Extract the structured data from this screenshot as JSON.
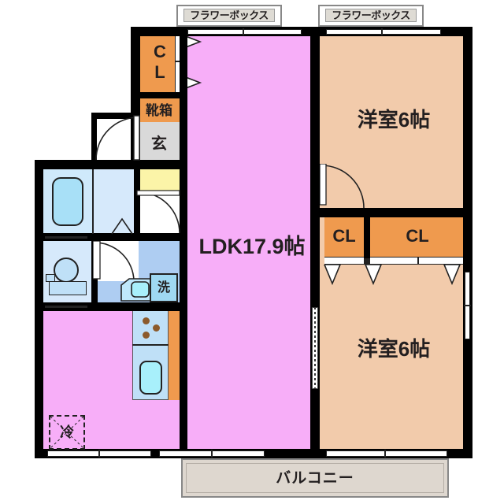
{
  "plan": {
    "type": "japanese-floor-plan",
    "title": "2LDK apartment floor plan",
    "colors": {
      "wall": "#000000",
      "ldk_fill": "#f7aef8",
      "room_fill": "#f2cbab",
      "closet_fill": "#ef9a4e",
      "genkan_fill": "#d9d9d9",
      "corridor_fill": "#fbf4a8",
      "wet_fill": "#aecdf2",
      "balcony_fill": "#ded7cf",
      "flowerbox_fill": "#dedbd4",
      "text": "#231f20"
    }
  },
  "rooms": {
    "ldk": {
      "label": "LDK17.9帖",
      "size_jo": 17.9,
      "kind": "living-dining-kitchen"
    },
    "bedroom_top": {
      "label": "洋室6帖",
      "size_jo": 6,
      "kind": "western-room"
    },
    "bedroom_bottom": {
      "label": "洋室6帖",
      "size_jo": 6,
      "kind": "western-room"
    },
    "genkan": {
      "label": "玄",
      "kind": "entrance"
    },
    "shoebox": {
      "label": "靴箱",
      "kind": "shoe-cabinet"
    },
    "balcony": {
      "label": "バルコニー",
      "kind": "balcony"
    }
  },
  "closets": {
    "ldk_cl": {
      "label_line1": "C",
      "label_line2": "L"
    },
    "bedroom_cl_left": {
      "label": "CL"
    },
    "bedroom_cl_right": {
      "label": "CL"
    }
  },
  "fixtures": {
    "washer": {
      "label": "洗",
      "kind": "washing-machine-space"
    },
    "fridge": {
      "label": "冷",
      "kind": "refrigerator-space"
    },
    "bathtub": {
      "kind": "bathtub"
    },
    "toilet": {
      "kind": "toilet"
    },
    "vanity": {
      "kind": "wash-basin"
    },
    "kitchen_sink": {
      "kind": "kitchen-sink"
    },
    "stove": {
      "kind": "three-burner-stove",
      "burners": 3
    }
  },
  "flower_boxes": [
    {
      "label": "フラワーボックス"
    },
    {
      "label": "フラワーボックス"
    }
  ]
}
